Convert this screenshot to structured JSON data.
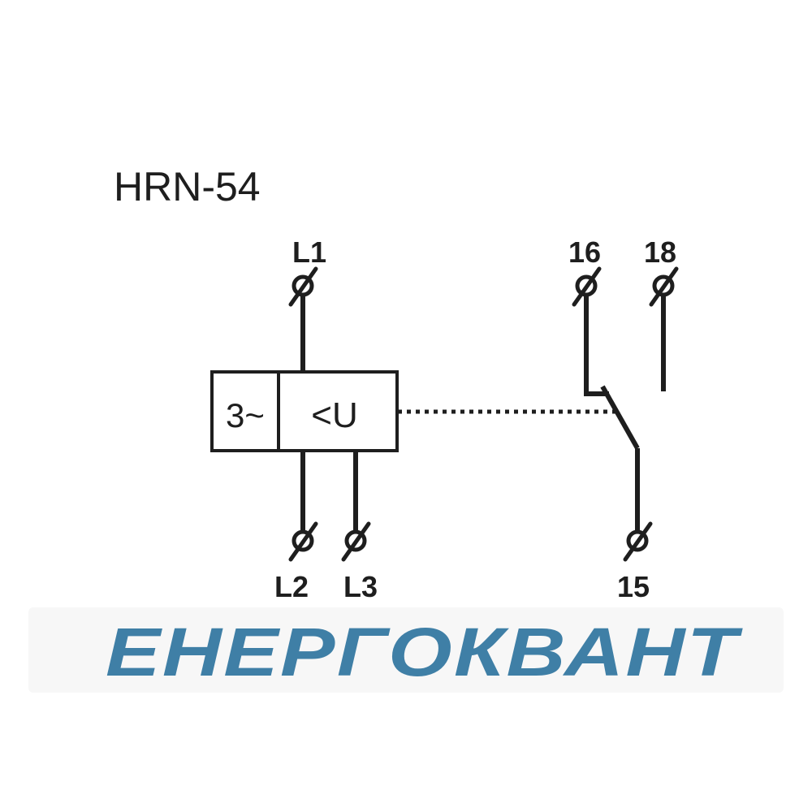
{
  "title": "HRN-54",
  "block": {
    "left_label": "3~",
    "right_label": "<U"
  },
  "terminals": {
    "l1": "L1",
    "l2": "L2",
    "l3": "L3",
    "t16": "16",
    "t18": "18",
    "t15": "15"
  },
  "logo": {
    "text": "ЕНЕРГОКВАНТ",
    "color": "#3f7fa6"
  },
  "colors": {
    "line": "#1e1e1e",
    "logo_band": "#f7f7f7"
  }
}
